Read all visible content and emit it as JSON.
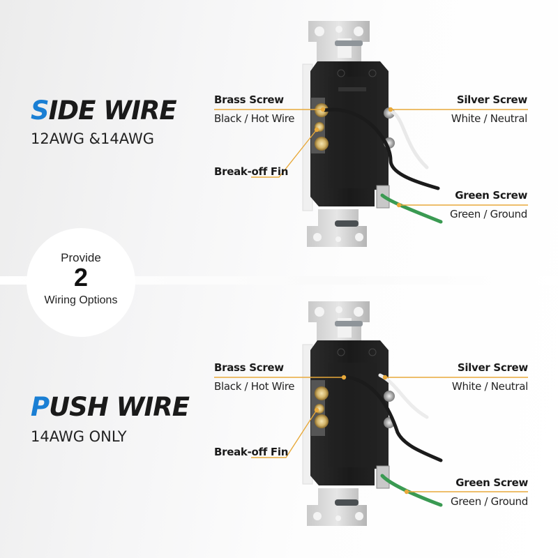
{
  "background": {
    "accent_color": "#1a7fd4",
    "leader_line_color": "#e8a93a"
  },
  "badge": {
    "line1": "Provide",
    "number": "2",
    "line2": "Wiring Options"
  },
  "sections": [
    {
      "id": "side-wire",
      "title_accent": "S",
      "title_rest": "IDE WIRE",
      "subtitle": "12AWG &14AWG",
      "labels": {
        "brass_title": "Brass Screw",
        "brass_desc": "Black / Hot Wire",
        "fin": "Break-off Fin",
        "silver_title": "Silver Screw",
        "silver_desc": "White / Neutral",
        "green_title": "Green Screw",
        "green_desc": "Green / Ground"
      }
    },
    {
      "id": "push-wire",
      "title_accent": "P",
      "title_rest": "USH WIRE",
      "subtitle": "14AWG ONLY",
      "labels": {
        "brass_title": "Brass Screw",
        "brass_desc": "Black / Hot Wire",
        "fin": "Break-off Fin",
        "silver_title": "Silver Screw",
        "silver_desc": "White / Neutral",
        "green_title": "Green Screw",
        "green_desc": "Green / Ground"
      }
    }
  ]
}
